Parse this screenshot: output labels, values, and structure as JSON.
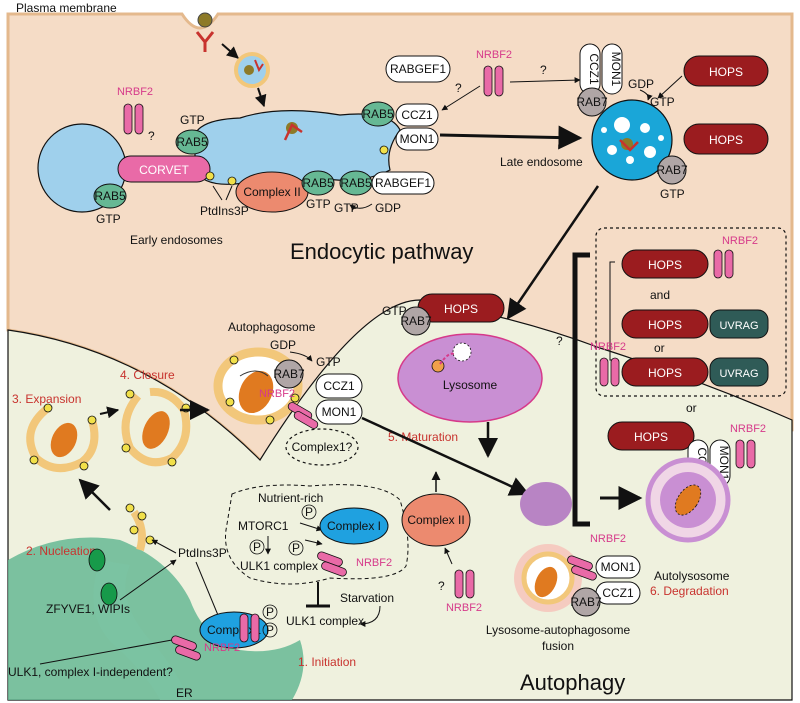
{
  "labels": {
    "plasma_membrane": "Plasma membrane",
    "early_endosomes": "Early endosomes",
    "late_endosome": "Late endosome",
    "endocytic_pathway": "Endocytic pathway",
    "autophagy": "Autophagy",
    "autophagosome": "Autophagosome",
    "lysosome": "Lysosome",
    "autolysosome": "Autolysosome",
    "fusion_line1": "Lysosome-autophagosome",
    "fusion_line2": "fusion",
    "er": "ER",
    "nutrient_rich": "Nutrient-rich",
    "starvation": "Starvation",
    "ulk1_independent": "ULK1, complex I-independent?",
    "zfyve": "ZFYVE1, WIPIs",
    "ptdins3p": "PtdIns3P",
    "mtorc1": "MTORC1",
    "ulk1_complex": "ULK1 complex",
    "p": "P",
    "question": "?",
    "and": "and",
    "or": "or"
  },
  "steps": {
    "initiation": "1. Initiation",
    "nucleation": "2. Nucleation",
    "expansion": "3. Expansion",
    "closure": "4. Closure",
    "maturation": "5. Maturation",
    "degradation": "6. Degradation"
  },
  "proteins": {
    "nrbf2": "NRBF2",
    "rab5": "RAB5",
    "rab7": "RAB7",
    "corvet": "CORVET",
    "complex_ii": "Complex II",
    "complex_i": "Complex I",
    "complex1": "Complex1",
    "complex1_q": "Complex1?",
    "rabgef1": "RABGEF1",
    "ccz1": "CCZ1",
    "mon1": "MON1",
    "hops": "HOPS",
    "uvrag": "UVRAG",
    "gtp": "GTP",
    "gdp": "GDP"
  },
  "colors": {
    "endocytic_bg": "#f5dcc6",
    "cell_bg": "#eff1de",
    "membrane": "#f2c77a",
    "endosome_blue": "#9fd0ec",
    "late_endosome_blue": "#1aa6d8",
    "hops_red": "#9b1c1f",
    "rab_gray": "#b0a6a6",
    "nrbf2_pink": "#e96aa7",
    "complex_ii_orange": "#ec8a6f",
    "complex_i_blue": "#1fa1e0",
    "lysosome_purple": "#c98fd3",
    "er_green": "#66b894",
    "uvrag_green": "#2f5b57",
    "label_red": "#c8332e"
  }
}
